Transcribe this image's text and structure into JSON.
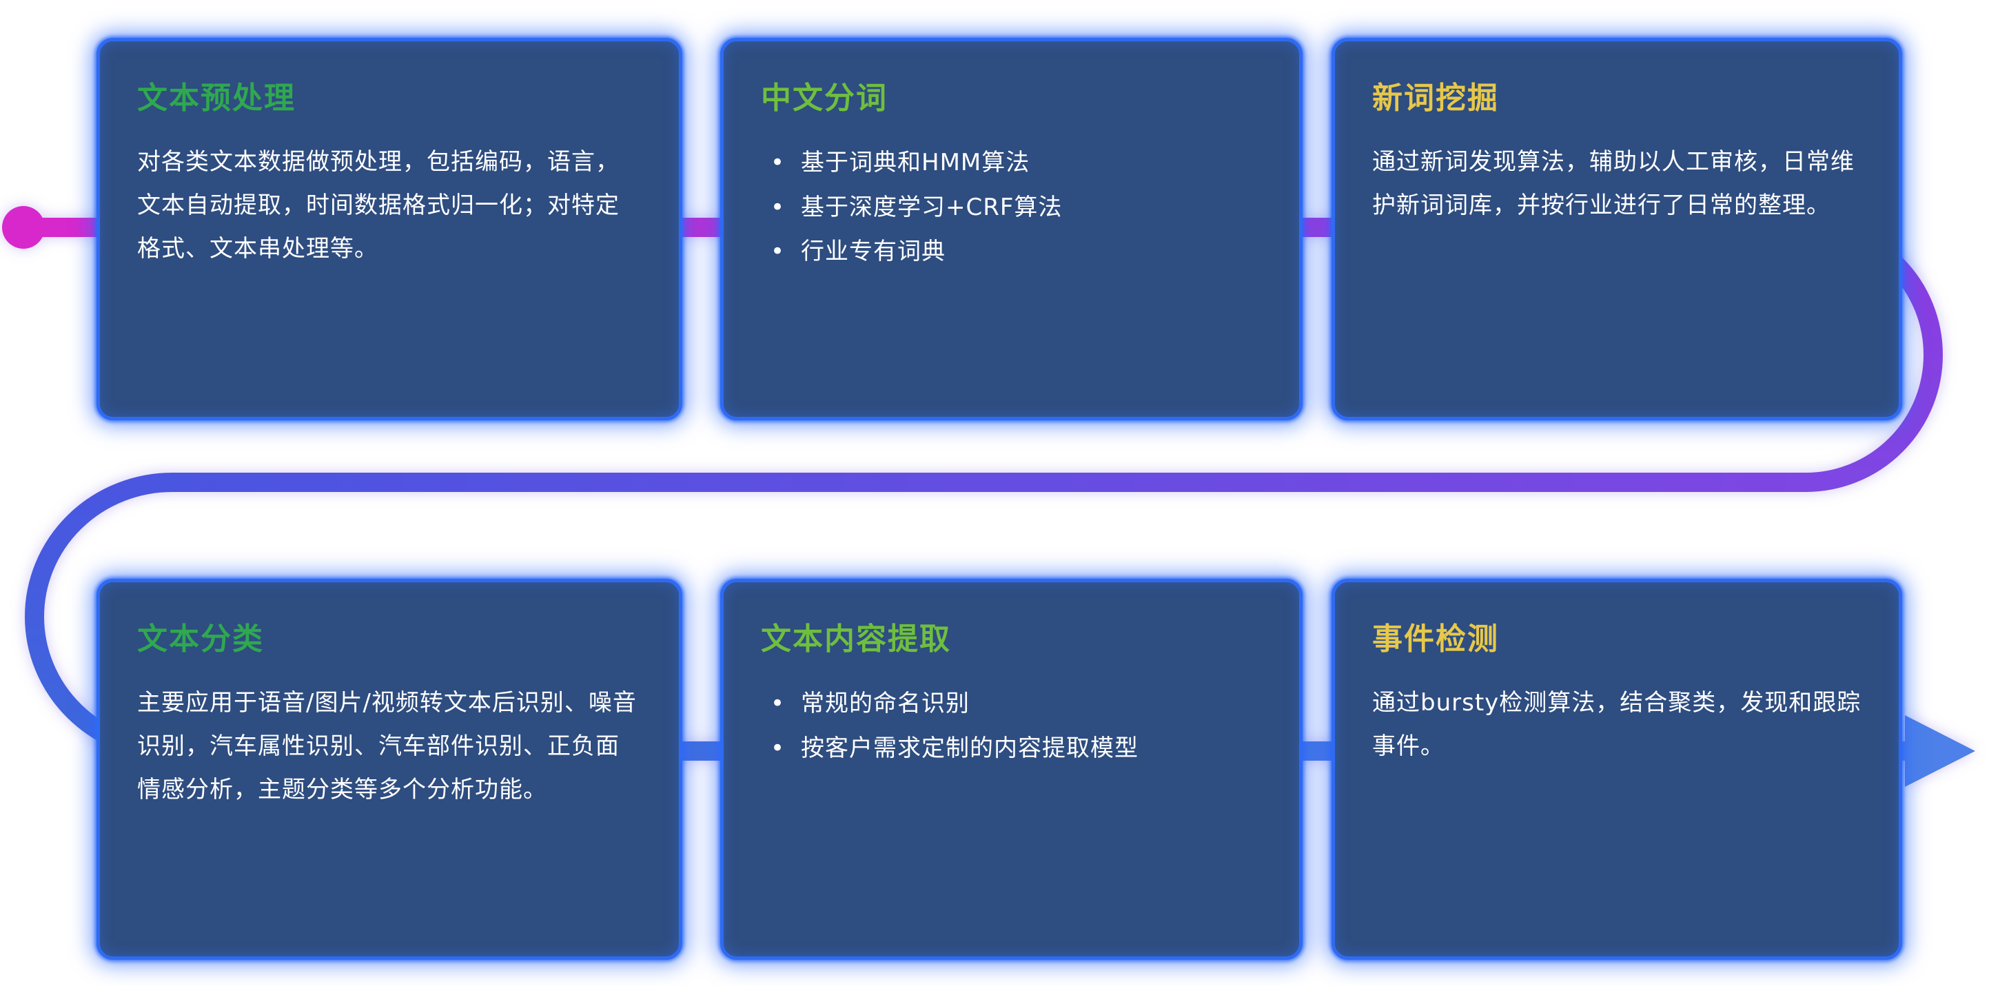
{
  "page": {
    "background": "#ffffff"
  },
  "card_style": {
    "background": "#2e4d80",
    "border": "#2f6bf2",
    "text": "#ffffff",
    "glow": "#2d69fa"
  },
  "bullet_char": "•",
  "connector": {
    "description": "S-shaped flow line passing behind card row 1 left-to-right, looping down on the right, returning right-to-left between rows, looping down on the left, then left-to-right behind card row 2 ending in an arrowhead",
    "arrow_direction": "right",
    "colors": {
      "magenta": "#d828cc",
      "purple": "#8d3be0",
      "violet": "#7e46e2",
      "indigo": "#4a55e0",
      "blue": "#3d68dc",
      "arrow_blue": "#4d80e8"
    }
  },
  "cards": [
    {
      "title": "文本预处理",
      "title_color": "#2fa84f",
      "body": "对各类文本数据做预处理，包括编码，语言，文本自动提取，时间数据格式归一化；对特定格式、文本串处理等。"
    },
    {
      "title": "中文分词",
      "title_color": "#6fbf3f",
      "bullets": [
        "基于词典和HMM算法",
        "基于深度学习+CRF算法",
        "行业专有词典"
      ]
    },
    {
      "title": "新词挖掘",
      "title_color": "#e7c84a",
      "body": "通过新词发现算法，辅助以人工审核，日常维护新词词库，并按行业进行了日常的整理。"
    },
    {
      "title": "文本分类",
      "title_color": "#2fa84f",
      "body": "主要应用于语音/图片/视频转文本后识别、噪音识别，汽车属性识别、汽车部件识别、正负面情感分析，主题分类等多个分析功能。"
    },
    {
      "title": "文本内容提取",
      "title_color": "#6fbf3f",
      "bullets": [
        "常规的命名识别",
        "按客户需求定制的内容提取模型"
      ]
    },
    {
      "title": "事件检测",
      "title_color": "#e7c84a",
      "body": "通过bursty检测算法，结合聚类，发现和跟踪事件。"
    }
  ]
}
